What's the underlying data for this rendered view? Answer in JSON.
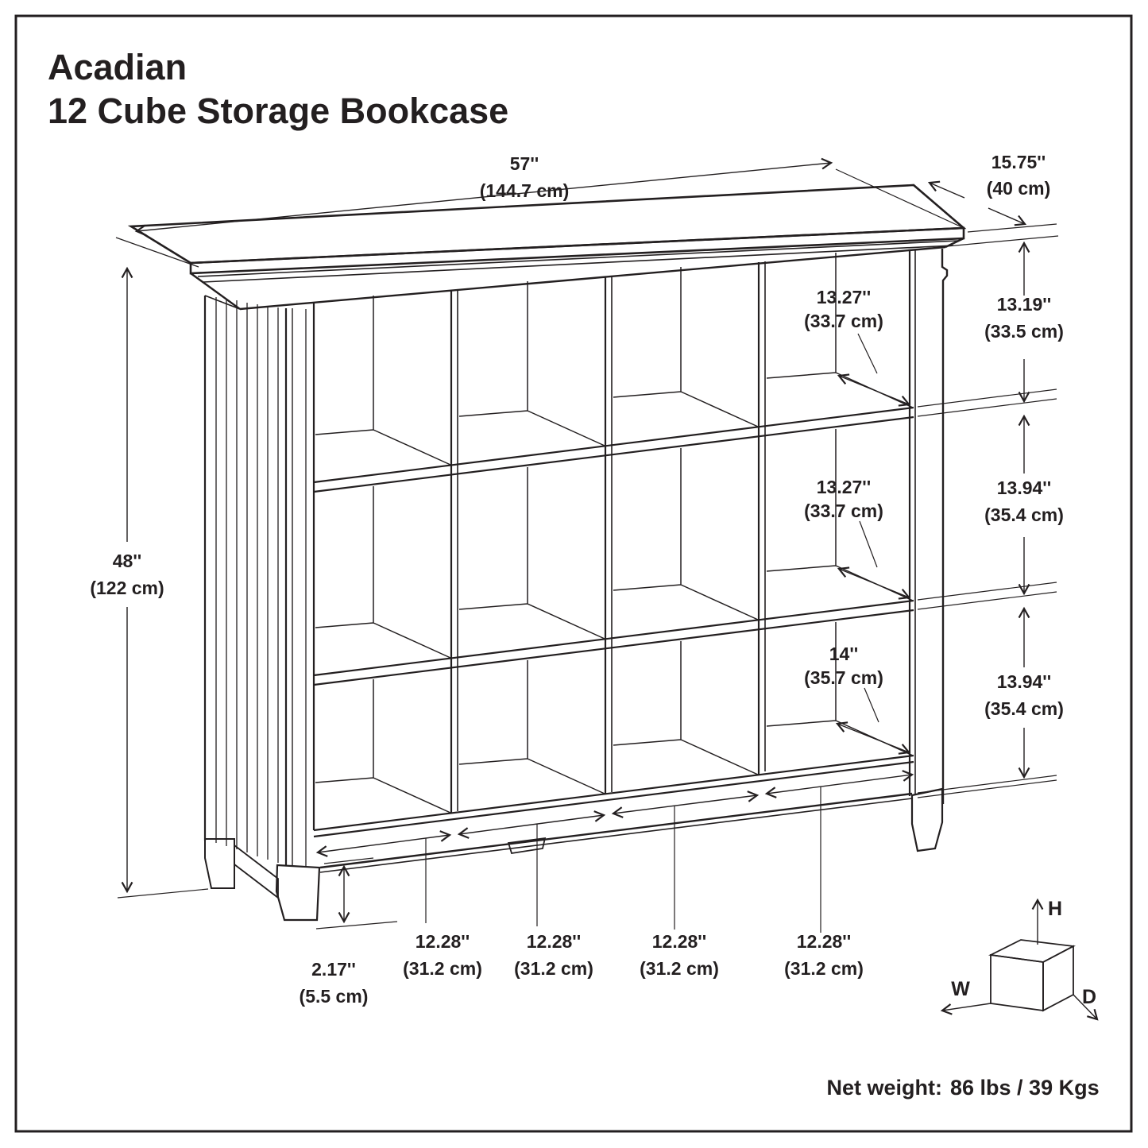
{
  "title": {
    "line1": "Acadian",
    "line2": "12 Cube Storage Bookcase"
  },
  "dimensions": {
    "overall_width": {
      "inches": "57''",
      "cm": "(144.7 cm)"
    },
    "overall_depth": {
      "inches": "15.75''",
      "cm": "(40 cm)"
    },
    "overall_height": {
      "inches": "48''",
      "cm": "(122 cm)"
    },
    "row_height_top": {
      "inches": "13.19''",
      "cm": "(33.5 cm)"
    },
    "row_height_middle": {
      "inches": "13.94''",
      "cm": "(35.4 cm)"
    },
    "row_height_bottom": {
      "inches": "13.94''",
      "cm": "(35.4 cm)"
    },
    "cube_depth_top": {
      "inches": "13.27''",
      "cm": "(33.7 cm)"
    },
    "cube_depth_middle": {
      "inches": "13.27''",
      "cm": "(33.7 cm)"
    },
    "cube_depth_bottom": {
      "inches": "14''",
      "cm": "(35.7 cm)"
    },
    "base_height": {
      "inches": "2.17''",
      "cm": "(5.5 cm)"
    },
    "cube_widths": [
      {
        "inches": "12.28''",
        "cm": "(31.2 cm)"
      },
      {
        "inches": "12.28''",
        "cm": "(31.2 cm)"
      },
      {
        "inches": "12.28''",
        "cm": "(31.2 cm)"
      },
      {
        "inches": "12.28''",
        "cm": "(31.2 cm)"
      }
    ]
  },
  "axis_indicator": {
    "width": "W",
    "height": "H",
    "depth": "D"
  },
  "net_weight": {
    "label": "Net weight:",
    "value": "86 lbs / 39 Kgs"
  }
}
